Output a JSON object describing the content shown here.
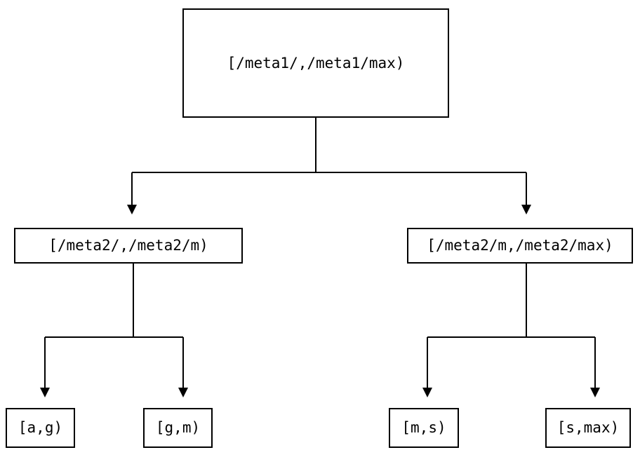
{
  "diagram": {
    "type": "interval-partition-tree",
    "title": "",
    "background_color": "#ffffff",
    "line_color": "#000000",
    "text_color": "#000000",
    "levels": 3,
    "root": {
      "id": "root",
      "label": "[/meta1/,/meta1/max)"
    },
    "mid": [
      {
        "id": "mid-left",
        "label": "[/meta2/,/meta2/m)"
      },
      {
        "id": "mid-right",
        "label": "[/meta2/m,/meta2/max)"
      }
    ],
    "leaves": [
      {
        "id": "leaf-ag",
        "label": "[a,g)"
      },
      {
        "id": "leaf-gm",
        "label": "[g,m)"
      },
      {
        "id": "leaf-ms",
        "label": "[m,s)"
      },
      {
        "id": "leaf-smax",
        "label": "[s,max)"
      }
    ],
    "edges": [
      {
        "from": "root",
        "to": "mid-left",
        "arrow": "triangle-down"
      },
      {
        "from": "root",
        "to": "mid-right",
        "arrow": "triangle-down"
      },
      {
        "from": "mid-left",
        "to": "leaf-ag",
        "arrow": "triangle-down"
      },
      {
        "from": "mid-left",
        "to": "leaf-gm",
        "arrow": "triangle-down"
      },
      {
        "from": "mid-right",
        "to": "leaf-ms",
        "arrow": "triangle-down"
      },
      {
        "from": "mid-right",
        "to": "leaf-smax",
        "arrow": "triangle-down"
      }
    ]
  }
}
